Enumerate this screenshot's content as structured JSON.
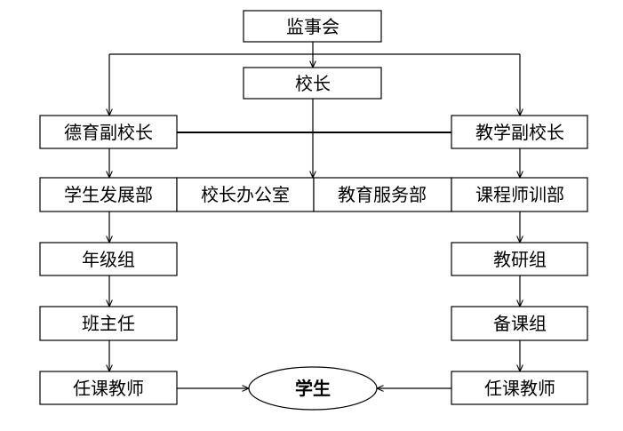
{
  "diagram": {
    "nodes": {
      "supervisory_board": "监事会",
      "principal": "校长",
      "vp_moral": "德育副校长",
      "vp_teaching": "教学副校长",
      "student_dev": "学生发展部",
      "principal_office": "校长办公室",
      "edu_services": "教育服务部",
      "curriculum_training": "课程师训部",
      "grade_group": "年级组",
      "teaching_research": "教研组",
      "head_teacher": "班主任",
      "lesson_prep": "备课组",
      "teacher_left": "任课教师",
      "teacher_right": "任课教师",
      "students": "学生"
    }
  }
}
